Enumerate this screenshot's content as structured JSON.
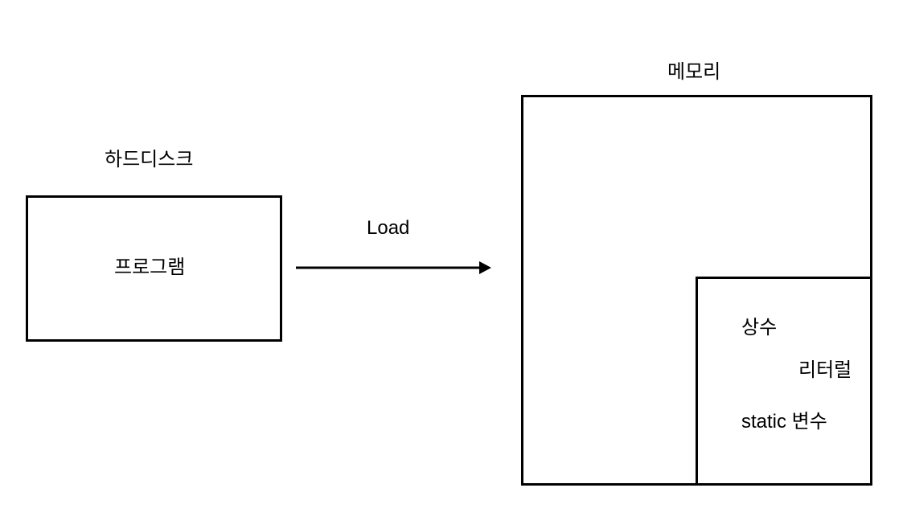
{
  "harddisk": {
    "title": "하드디스크",
    "program_label": "프로그램"
  },
  "transfer": {
    "label": "Load"
  },
  "memory": {
    "title": "메모리",
    "static_area": {
      "items": [
        "상수",
        "리터럴",
        "static 변수"
      ]
    }
  }
}
